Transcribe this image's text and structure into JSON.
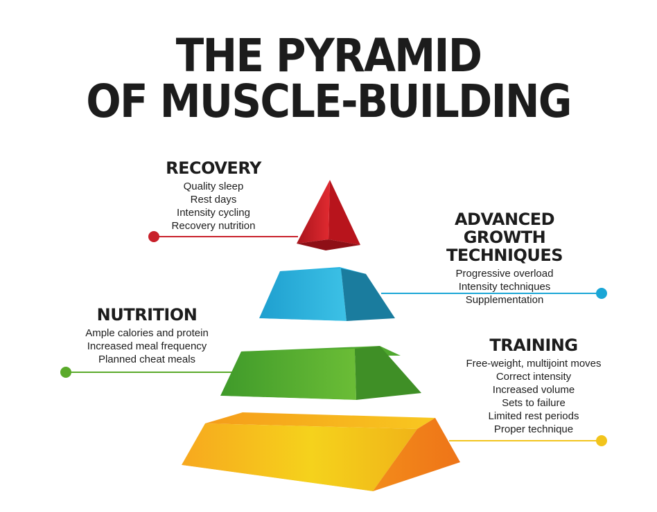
{
  "title": {
    "line1": "THE PYRAMID",
    "line2": "OF MUSCLE-BUILDING"
  },
  "levels": {
    "recovery": {
      "heading": "RECOVERY",
      "items": [
        "Quality sleep",
        "Rest days",
        "Intensity cycling",
        "Recovery nutrition"
      ],
      "color": "#c8202a"
    },
    "advanced": {
      "heading_line1": "ADVANCED GROWTH",
      "heading_line2": "TECHNIQUES",
      "items": [
        "Progressive overload",
        "Intensity techniques",
        "Supplementation"
      ],
      "color": "#1aa6d6"
    },
    "nutrition": {
      "heading": "NUTRITION",
      "items": [
        "Ample calories and protein",
        "Increased meal frequency",
        "Planned cheat meals"
      ],
      "color": "#5aaa2a"
    },
    "training": {
      "heading": "TRAINING",
      "items": [
        "Free-weight, multijoint moves",
        "Correct intensity",
        "Increased volume",
        "Sets to failure",
        "Limited rest periods",
        "Proper technique"
      ],
      "color": "#f2c41c"
    }
  }
}
